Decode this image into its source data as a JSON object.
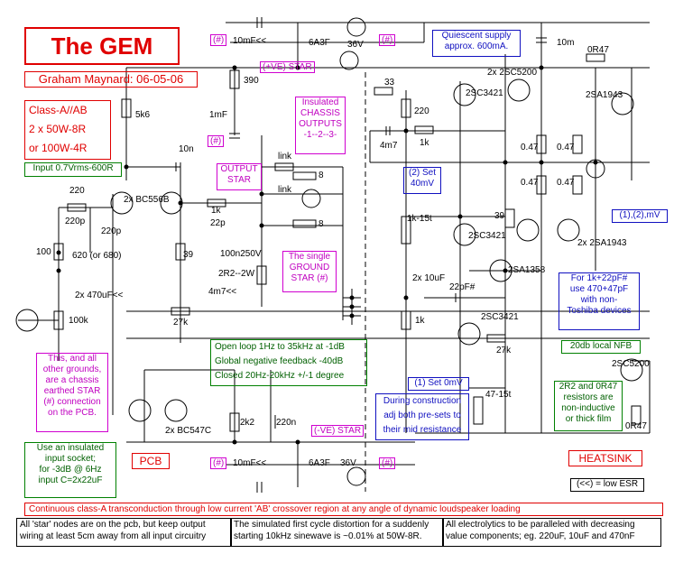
{
  "title": "The GEM",
  "author": "Graham Maynard: 06-05-06",
  "class_box": "Class-A//AB\n2 x 50W-8R\nor 100W-4R",
  "input_spec": "Input 0.7Vrms-600R",
  "quiescent": "Quiescent supply\napprox. 600mA.",
  "set_40mv": "(2) Set\n40mV",
  "meter_tag": "(1),(2),mV",
  "insulated_outputs": "Insulated\nCHASSIS\nOUTPUTS\n-1--2--3-",
  "output_star": "OUTPUT\nSTAR",
  "single_ground_star": "The single\nGROUND\nSTAR (#)",
  "pos_star": "(+VE) STAR",
  "neg_star": "(-VE) STAR",
  "hash": "(#)",
  "toshiba_note": "For 1k+22pF#\nuse 470+47pF\nwith non-\nToshiba devices",
  "local_nfb": "20db local NFB",
  "open_loop": "Open loop 1Hz to 35kHz at -1dB\nGlobal negative feedback -40dB\nClosed 20Hz-20kHz +/-1 degree",
  "set_0mv": "(1) Set 0mV",
  "construction_note": "During construction\nadj both pre-sets to\ntheir mid resistance",
  "grounds_note": "This, and all\nother grounds,\nare a chassis\nearthed STAR\n(#) connection\non the PCB.",
  "input_socket_note": "Use an insulated\ninput socket;\nfor -3dB @ 6Hz\ninput C=2x22uF",
  "pcb": "PCB",
  "heatsink": "HEATSINK",
  "resistor_note": "2R2 and 0R47\nresistors are\nnon-inductive\nor thick film",
  "low_esr": "(<<) = low ESR",
  "banner": "Continuous class-A transconduction through low current 'AB' crossover region at any angle of dynamic loudspeaker loading",
  "footer": [
    "All 'star' nodes are on the pcb,  but keep output\nwiring at least 5cm away from all input circuitry",
    "The simulated first cycle distortion for a suddenly\nstarting 10kHz sinewave is  ~0.01% at 50W-8R.",
    "All electrolytics to be paralleled with decreasing\nvalue components;  eg. 220uF, 10uF and 470nF"
  ],
  "labels": {
    "c10mf_top": "10mF<<",
    "fuse_top": "6A3F",
    "v36_top": "36V",
    "r390": "390",
    "c1mf": "1mF",
    "r5k6": "5k6",
    "r33": "33",
    "r220b": "220",
    "c4m7a": "4m7",
    "r1k_a": "1k",
    "c10n": "10n",
    "link_a": "link",
    "r8_a": "8",
    "link_b": "link",
    "r8_b": "8",
    "bc556": "2x BC556B",
    "r1k_b": "1k",
    "c22p_a": "22p",
    "r220_in": "220",
    "c220p_a": "220p",
    "c220p_b": "220p",
    "r100": "100",
    "r620": "620 (or 680)",
    "c470uf": "2x 470uF<<",
    "r100k": "100k",
    "r39a": "39",
    "c100n": "100n250V",
    "r2r2": "2R2--2W",
    "c4m7b": "4m7<<",
    "r27k_a": "27k",
    "r1k15t": "1k-15t",
    "c10uf_a": "2x 10uF",
    "r39b": "39",
    "sc3421a": "2SC3421",
    "sc3421b": "2SC3421",
    "sc3421c": "2SC3421",
    "sc5200a": "2x 2SC5200",
    "sa1943a": "2SA1943",
    "sa1943b": "2x 2SA1943",
    "sa1358": "2SA1358",
    "r047a": "0.47",
    "r047b": "0.47",
    "r047c": "0.47",
    "r047d": "0.47",
    "c10m": "10m",
    "r0r47a": "0R47",
    "c22pf": "22pF#",
    "r1k_c": "1k",
    "r27k_b": "27k",
    "sc5200b": "2SC5200",
    "r0r47b": "0R47",
    "r47_15t": "47-15t",
    "bc547": "2x BC547C",
    "r2k2": "2k2",
    "c220n": "220n",
    "c10mf_bot": "10mF<<",
    "fuse_bot": "6A3F",
    "v36_bot": "36V"
  }
}
